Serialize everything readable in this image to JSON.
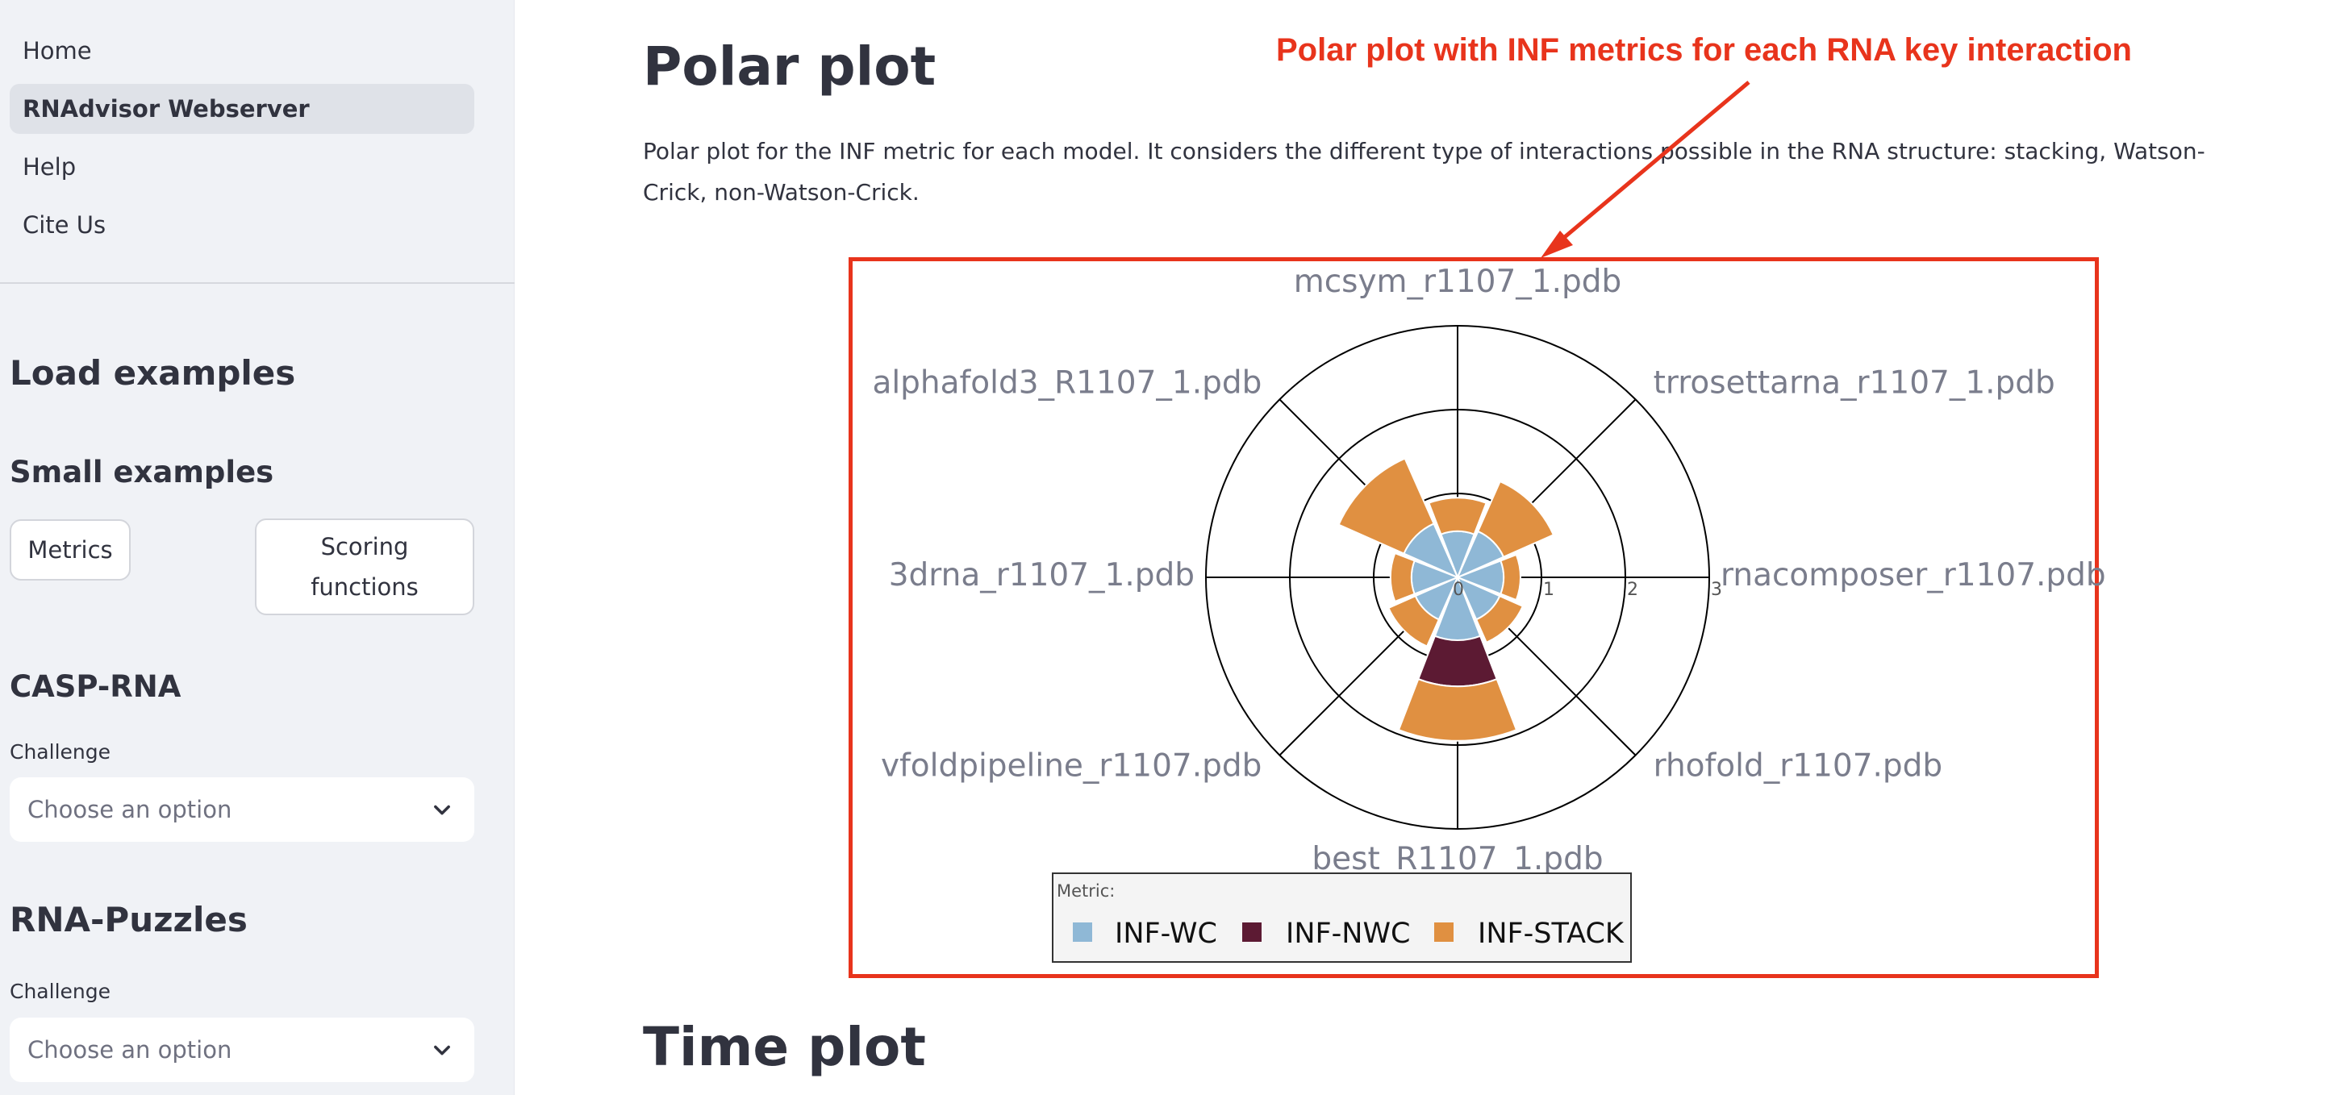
{
  "sidebar": {
    "nav": [
      "Home",
      "RNAdvisor Webserver",
      "Help",
      "Cite Us"
    ],
    "load_examples": "Load examples",
    "small_examples": "Small examples",
    "buttons": {
      "metrics": "Metrics",
      "scoring": "Scoring functions"
    },
    "casp": {
      "heading": "CASP-RNA",
      "label": "Challenge",
      "placeholder": "Choose an option"
    },
    "rna_puzzles": {
      "heading": "RNA-Puzzles",
      "label": "Challenge",
      "placeholder": "Choose an option"
    }
  },
  "main": {
    "title": "Polar plot",
    "description": "Polar plot for the INF metric for each model. It considers the different type of interactions possible in the RNA structure: stacking, Watson-Crick, non-Watson-Crick.",
    "annotation": "Polar plot with INF metrics for each RNA key interaction",
    "next_title": "Time plot"
  },
  "colors": {
    "wc": "#8fb8d6",
    "nwc": "#5c1a33",
    "stack": "#e09041",
    "annotation": "#e8341c"
  },
  "chart_data": {
    "type": "barpolar",
    "categories": [
      "mcsym_r1107_1.pdb",
      "trrosettarna_r1107_1.pdb",
      "rnacomposer_r1107.pdb",
      "rhofold_r1107.pdb",
      "best_R1107_1.pdb",
      "vfoldpipeline_r1107.pdb",
      "3drna_r1107_1.pdb",
      "alphafold3_R1107_1.pdb"
    ],
    "series": [
      {
        "name": "INF-WC",
        "values": [
          0.55,
          0.6,
          0.55,
          0.55,
          0.75,
          0.55,
          0.55,
          0.7
        ]
      },
      {
        "name": "INF-NWC",
        "values": [
          0,
          0,
          0,
          0,
          0.55,
          0,
          0,
          0
        ]
      },
      {
        "name": "INF-STACK",
        "values": [
          0.4,
          0.65,
          0.2,
          0.3,
          0.65,
          0.35,
          0.25,
          0.85
        ]
      }
    ],
    "radial_ticks": [
      "0",
      "1",
      "2",
      "3"
    ],
    "rmax": 3,
    "legend_title": "Metric:",
    "legend_placement": "bottom"
  }
}
